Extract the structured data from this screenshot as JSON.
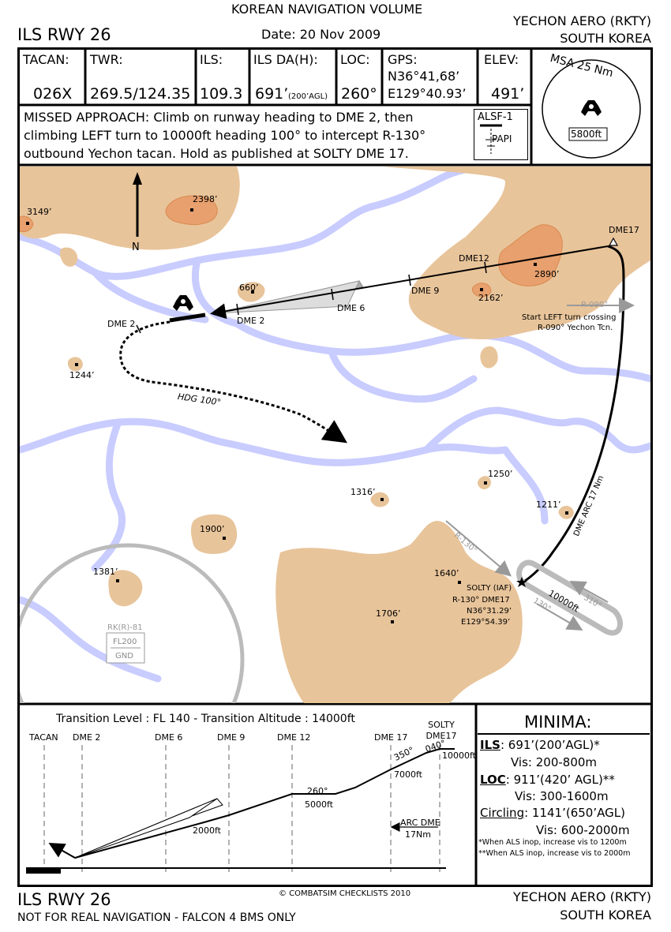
{
  "header": {
    "volume": "KOREAN NAVIGATION VOLUME",
    "procedure": "ILS RWY 26",
    "date": "Date: 20 Nov 2009",
    "airport": "YECHON AERO (RKTY)",
    "country": "SOUTH KOREA"
  },
  "info": {
    "tacan_label": "TACAN:",
    "tacan_value": "026X",
    "twr_label": "TWR:",
    "twr_value": "269.5/124.35",
    "ils_label": "ILS:",
    "ils_value": "109.3",
    "ilsda_label": "ILS DA(H):",
    "ilsda_value": "691’",
    "ilsda_sub": "(200’AGL)",
    "loc_label": "LOC:",
    "loc_value": "260°",
    "gps_label": "GPS:",
    "gps_lat": "N36°41,68’",
    "gps_lon": "E129°40.93’",
    "elev_label": "ELEV:",
    "elev_value": "491’",
    "msa_label": "MSA 25 Nm",
    "msa_alt": "5800ft"
  },
  "missed_approach": {
    "line1": "MISSED APPROACH: Climb on runway heading to DME 2, then",
    "line2": "climbing LEFT turn to 10000ft heading 100° to intercept R-130°",
    "line3": "outbound Yechon tacan. Hold as published at SOLTY DME 17.",
    "lighting": "ALSF-1",
    "papi": "PAPI"
  },
  "map": {
    "north": "N",
    "elevations": [
      "3149’",
      "2398’",
      "660’",
      "1244’",
      "2890’",
      "2162’",
      "1250’",
      "1316’",
      "1211’",
      "1900’",
      "1381’",
      "1640’",
      "1706’"
    ],
    "dme_labels": [
      "DME 2",
      "DME 2",
      "DME 6",
      "DME 9",
      "DME12",
      "DME17"
    ],
    "hdg_label": "HDG 100°",
    "r090": "R-090°",
    "turn_note1": "Start LEFT turn crossing",
    "turn_note2": "R-090° Yechon Tcn.",
    "arc_label": "DME ARC 17 Nm",
    "r130": "R-130°",
    "solty": [
      "SOLTY (IAF)",
      "R-130° DME17",
      "N36°31.29’",
      "E129°54.39’"
    ],
    "hold_alt": "10000ft",
    "hold_in": "310°",
    "hold_out": "130°",
    "restricted": {
      "name": "RK(R)-81",
      "top": "FL200",
      "bottom": "GND"
    }
  },
  "profile": {
    "transition": "Transition Level : FL 140  -  Transition Altitude : 14000ft",
    "stations": [
      "TACAN",
      "DME 2",
      "DME 6",
      "DME 9",
      "DME 12",
      "DME 17",
      "SOLTY DME17"
    ],
    "alt_2000": "2000ft",
    "hdg_260": "260°",
    "alt_5000": "5000ft",
    "hdg_350": "350°",
    "alt_7000": "7000ft",
    "hdg_040": "040°",
    "alt_10000": "10000ft",
    "arc_dme": "ARC DME",
    "arc_nm": "17Nm"
  },
  "minima": {
    "title": "MINIMA:",
    "ils_label": "ILS",
    "ils_text": ": 691’(200’AGL)*",
    "ils_vis": "Vis: 200-800m",
    "loc_label": "LOC",
    "loc_text": ": 911’(420’ AGL)**",
    "loc_vis": "Vis: 300-1600m",
    "circ_label": "Circling",
    "circ_text": ": 1141’(650’AGL)",
    "circ_vis": "Vis: 600-2000m",
    "note1": "*When ALS inop, increase vis to 1200m",
    "note2": "**When ALS inop, increase vis to 2000m"
  },
  "footer": {
    "procedure": "ILS RWY 26",
    "copyright": "© COMBATSIM CHECKLISTS 2010",
    "disclaimer": "NOT FOR REAL NAVIGATION - FALCON 4 BMS ONLY",
    "airport": "YECHON AERO (RKTY)",
    "country": "SOUTH KOREA"
  },
  "colors": {
    "terrain": "#e8c49a",
    "terrain_high": "#e8a06e",
    "river": "#c8ccff",
    "border": "#000000",
    "grey": "#999999"
  }
}
